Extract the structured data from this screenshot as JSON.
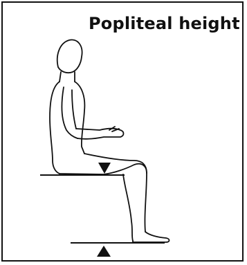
{
  "diagram": {
    "title": "Popliteal height",
    "colors": {
      "ink": "#111111",
      "background": "#ffffff"
    },
    "markers": [
      {
        "name": "measurement-arrow-down",
        "meaning": "underside of thigh at knee"
      },
      {
        "name": "measurement-arrow-up",
        "meaning": "floor"
      }
    ]
  }
}
